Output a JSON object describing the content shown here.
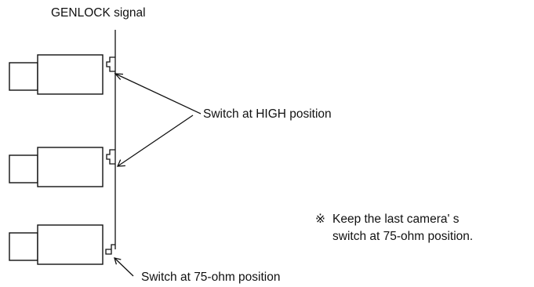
{
  "labels": {
    "genlock_signal": "GENLOCK signal",
    "switch_high": "Switch at HIGH position",
    "switch_75ohm": "Switch at 75-ohm position"
  },
  "note": {
    "mark": "※",
    "line1": "Keep the last camera' s",
    "line2": "switch at 75-ohm position."
  },
  "cameras": [
    {
      "switch_position": "HIGH"
    },
    {
      "switch_position": "HIGH"
    },
    {
      "switch_position": "75-ohm"
    }
  ]
}
